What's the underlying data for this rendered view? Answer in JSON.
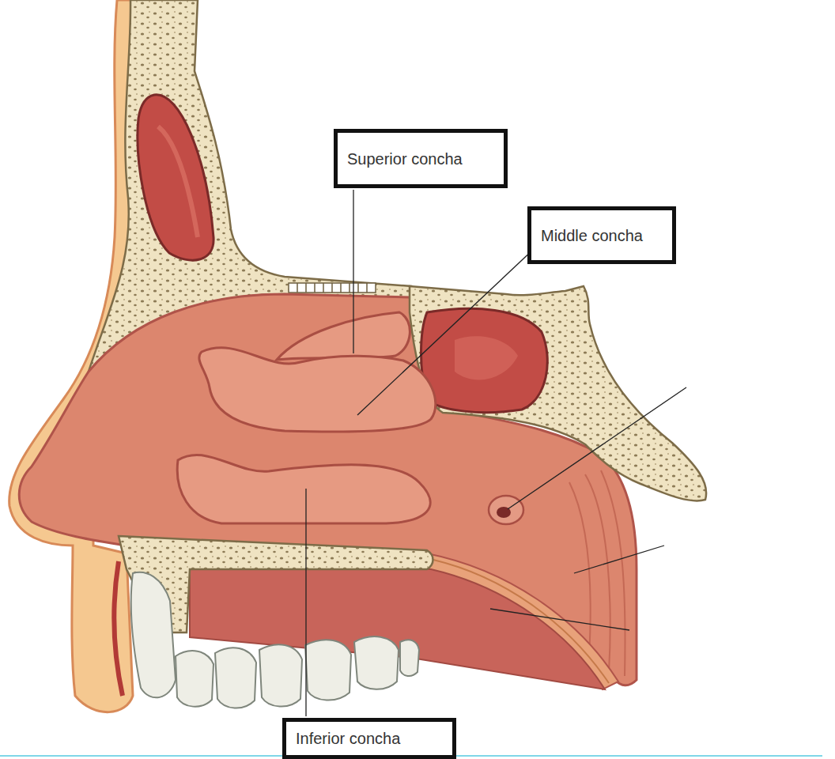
{
  "diagram": {
    "nodes": [
      {
        "text": [
          "Superior concha"
        ]
      },
      {
        "text": [
          "Middle concha"
        ]
      },
      {
        "text": [
          "Inferior concha"
        ]
      }
    ]
  }
}
